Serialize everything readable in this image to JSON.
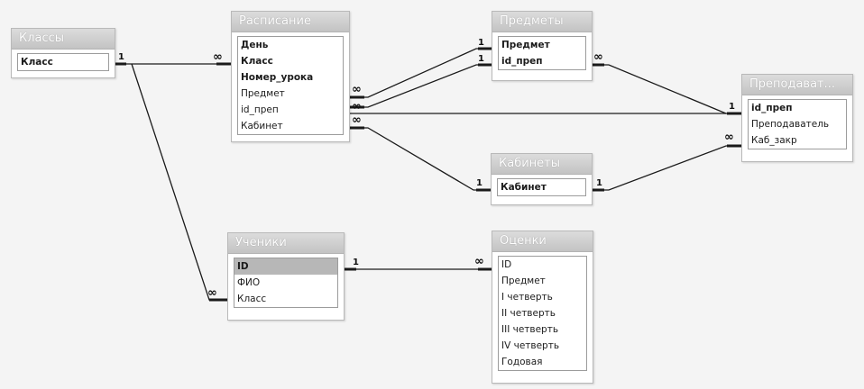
{
  "tables": {
    "klassy": {
      "title": "Классы",
      "fields": [
        "Класс"
      ]
    },
    "raspisanie": {
      "title": "Расписание",
      "fields": [
        "День",
        "Класс",
        "Номер_урока",
        "Предмет",
        "id_преп",
        "Кабинет"
      ]
    },
    "predmety": {
      "title": "Предметы",
      "fields": [
        "Предмет",
        "id_преп"
      ]
    },
    "prepodavateli": {
      "title": "Преподават...",
      "fields": [
        "id_преп",
        "Преподаватель",
        "Каб_закр"
      ]
    },
    "kabinety": {
      "title": "Кабинеты",
      "fields": [
        "Кабинет"
      ]
    },
    "ucheniki": {
      "title": "Ученики",
      "fields": [
        "ID",
        "ФИО",
        "Класс"
      ]
    },
    "ocenki": {
      "title": "Оценки",
      "fields": [
        "ID",
        "Предмет",
        "I четверть",
        "II четверть",
        "III четверть",
        "IV четверть",
        "Годовая"
      ]
    }
  },
  "relationships": {
    "one_label": "1",
    "many_label": "∞"
  }
}
